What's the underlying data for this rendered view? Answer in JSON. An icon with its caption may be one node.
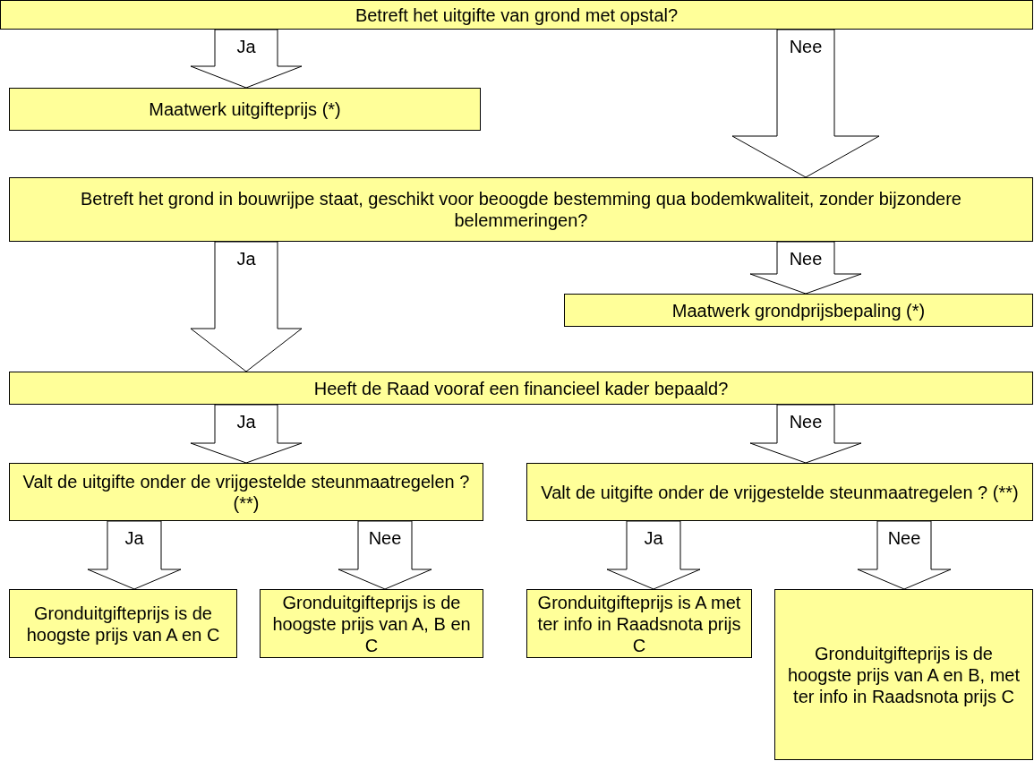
{
  "diagram": {
    "nodes": [
      {
        "text": [
          "Betreft het uitgifte van grond met opstal?"
        ]
      },
      {
        "text": [
          "Maatwerk uitgifteprijs (*)"
        ]
      },
      {
        "text": [
          "Betreft het grond in bouwrijpe staat, geschikt voor beoogde bestemming qua bodemkwaliteit, zonder bijzondere belemmeringen?"
        ]
      },
      {
        "text": [
          "Maatwerk grondprijsbepaling (*)"
        ]
      },
      {
        "text": [
          "Heeft de Raad vooraf een financieel kader bepaald?"
        ]
      },
      {
        "text": [
          "Valt de uitgifte onder de vrijgestelde steunmaatregelen ? (**)"
        ]
      },
      {
        "text": [
          "Valt de uitgifte onder de vrijgestelde steunmaatregelen ? (**)"
        ]
      },
      {
        "text": [
          "Gronduitgifteprijs is de hoogste prijs van A en C"
        ]
      },
      {
        "text": [
          "Gronduitgifteprijs is de hoogste prijs van A, B en C"
        ]
      },
      {
        "text": [
          "Gronduitgifteprijs is A met ter info in Raadsnota prijs C"
        ]
      },
      {
        "text": [
          "Gronduitgifteprijs is de hoogste prijs van A en B, met ter info in Raadsnota prijs C"
        ]
      }
    ],
    "edges": [
      {
        "from": 0,
        "to": 1,
        "arrow": "to",
        "label": "Ja"
      },
      {
        "from": 0,
        "to": 2,
        "arrow": "to",
        "label": "Nee"
      },
      {
        "from": 2,
        "to": 4,
        "arrow": "to",
        "label": "Ja"
      },
      {
        "from": 2,
        "to": 3,
        "arrow": "to",
        "label": "Nee"
      },
      {
        "from": 4,
        "to": 5,
        "arrow": "to",
        "label": "Ja"
      },
      {
        "from": 4,
        "to": 6,
        "arrow": "to",
        "label": "Nee"
      },
      {
        "from": 5,
        "to": 7,
        "arrow": "to",
        "label": "Ja"
      },
      {
        "from": 5,
        "to": 8,
        "arrow": "to",
        "label": "Nee"
      },
      {
        "from": 6,
        "to": 9,
        "arrow": "to",
        "label": "Ja"
      },
      {
        "from": 6,
        "to": 10,
        "arrow": "to",
        "label": "Nee"
      }
    ]
  }
}
